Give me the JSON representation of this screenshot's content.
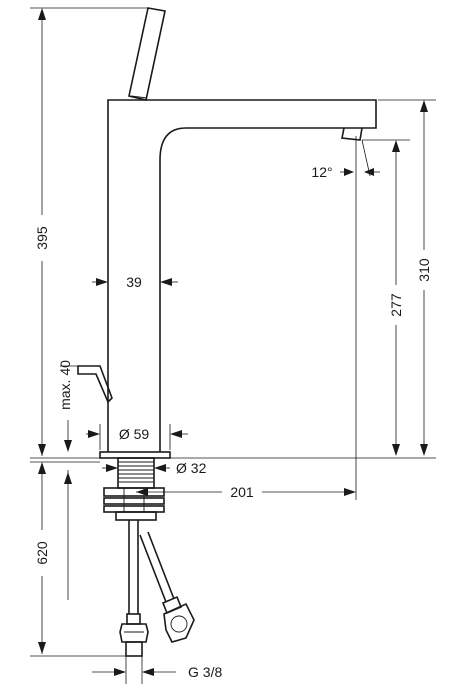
{
  "drawing": {
    "dimensions": {
      "total_height": "395",
      "body_width": "39",
      "spout_height": "310",
      "outlet_height": "277",
      "outlet_angle": "12°",
      "lever_max": "max. 40",
      "base_diameter": "Ø 59",
      "thread_diameter": "Ø 32",
      "reach": "201",
      "hose_length": "620",
      "connection": "G 3/8"
    }
  }
}
